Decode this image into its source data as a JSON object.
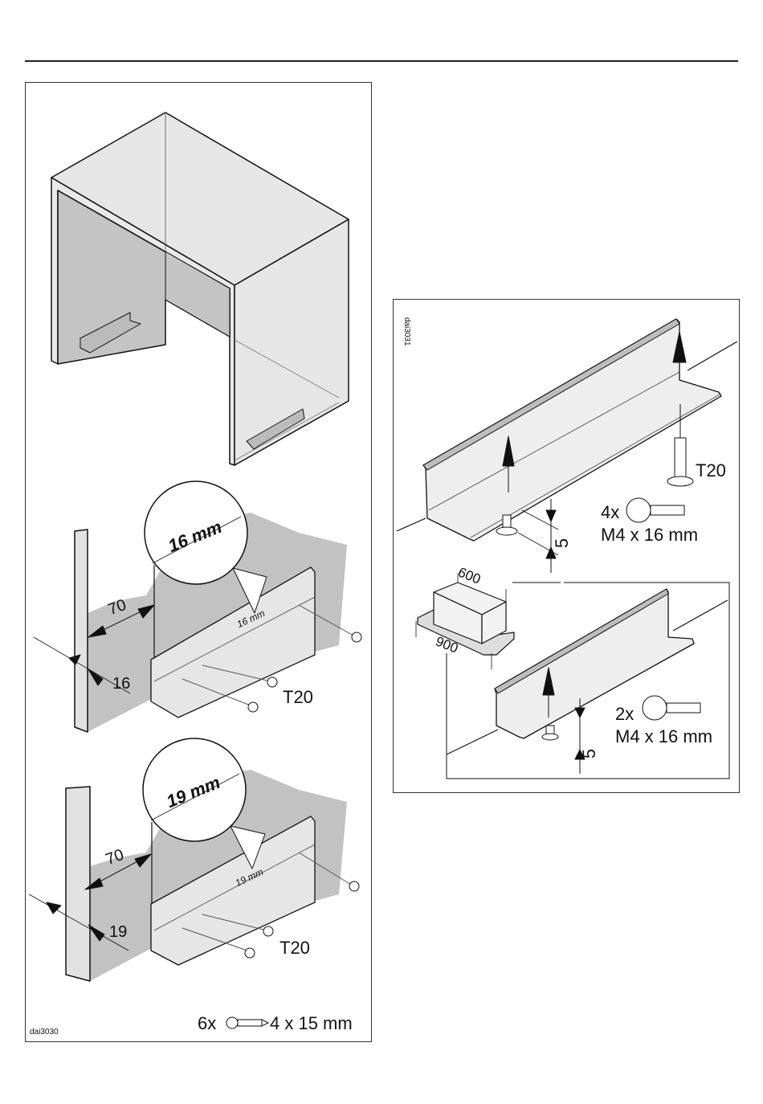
{
  "page": {
    "top_rule": true
  },
  "left_figure": {
    "figure_id": "dai3030",
    "step1": {
      "description": "Cabinet with mounting brackets installed at the bottom of both side walls"
    },
    "step2": {
      "magnifier_label": "16 mm",
      "rail_label": "16 mm",
      "dim_offset": "70",
      "dim_thickness": "16",
      "tool_label": "T20"
    },
    "step3": {
      "magnifier_label": "19 mm",
      "rail_label": "19 mm",
      "dim_offset": "70",
      "dim_thickness": "19",
      "tool_label": "T20"
    },
    "hardware": {
      "quantity": "6x",
      "icon": "wood-screw-icon",
      "size": "4 x 15 mm"
    }
  },
  "right_figure": {
    "figure_id": "dai3031",
    "top": {
      "tool_label": "T20",
      "quantity": "4x",
      "icon": "machine-screw-icon",
      "size": "M4 x 16 mm",
      "gap_dim": "5"
    },
    "inset": {
      "appliance_width": "600",
      "cabinet_width": "900",
      "quantity": "2x",
      "icon": "machine-screw-icon",
      "size": "M4 x 16 mm",
      "gap_dim": "5"
    }
  }
}
